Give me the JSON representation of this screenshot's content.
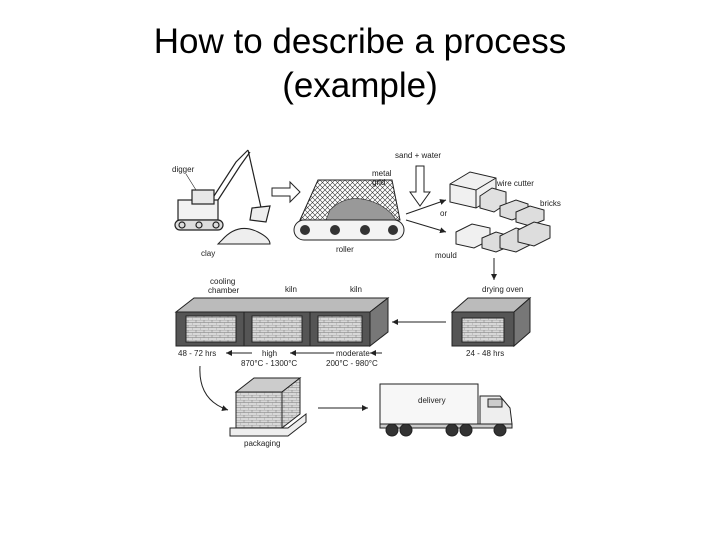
{
  "slide": {
    "title_line1": "How to describe a process",
    "title_line2": "(example)"
  },
  "diagram": {
    "labels": {
      "digger": "digger",
      "clay": "clay",
      "metal_grid_1": "metal",
      "metal_grid_2": "grid",
      "roller": "roller",
      "sand_water": "sand + water",
      "wire_cutter": "wire cutter",
      "or": "or",
      "bricks": "bricks",
      "mould": "mould",
      "drying_oven": "drying oven",
      "drying_time": "24 - 48 hrs",
      "kiln_1": "kiln",
      "kiln_2": "kiln",
      "cooling_1": "cooling",
      "cooling_2": "chamber",
      "cooling_time": "48 - 72 hrs",
      "high_1": "high",
      "high_2": "870°C - 1300°C",
      "moderate_1": "moderate",
      "moderate_2": "200°C - 980°C",
      "packaging": "packaging",
      "delivery": "delivery"
    }
  },
  "colors": {
    "ink": "#222222",
    "box_dark": "#555555",
    "box_light": "#cccccc"
  }
}
